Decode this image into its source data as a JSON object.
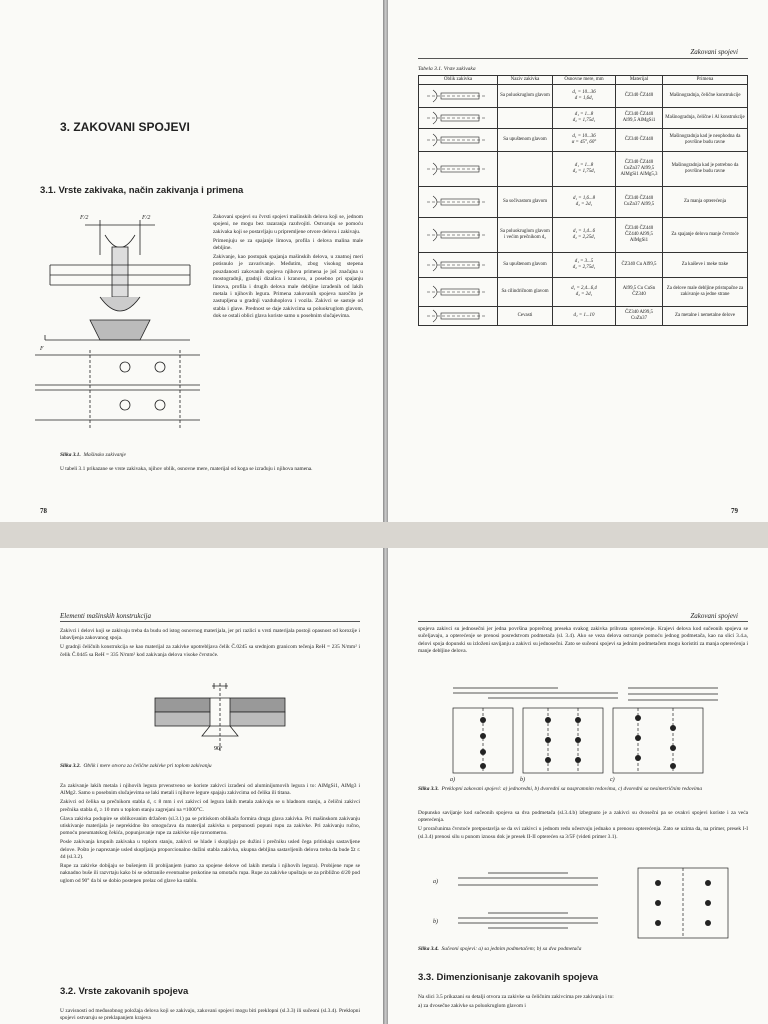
{
  "spread_top": {
    "left_page": {
      "page_number": "78",
      "chapter_title": "3. ZAKOVANI SPOJEVI",
      "section_title": "3.1. Vrste zakivaka, način zakivanja i primena",
      "fig_label_left": "F/2",
      "fig_label_right": "F/2",
      "fig_label_bottom": "F",
      "paragraphs": [
        "Zakovani spojevi su čvrsti spojevi mašinskih delova koji se, jednom spojeni, ne mogu bez razaranja razdvojiti. Ostvaruju se pomoću zakivaka koji se postavljaju u pripremljene otvore delova i zakivaju.",
        "Primenjuju se za spajanje limova, profila i delova malina male debljine.",
        "Zakivanje, kao postupak spajanja mašinskih delova, u znatnoj meri potisnulo je zavarivanje. Međutim, zbog visokog stepena pouzdanosti zakovanih spojeva njihova primena je još značajna u mostogradnji, gradnji dizalica i kranova, a posebno pri spajanju limova, profila i drugih delova male debljine izrađenih od lakih metala i njihovih legura. Primena zakovanih spojeva naročito je zastupljena u gradnji vazduhoplova i vozila. Zakivci se sastoje od stabla i glave. Prednost se daje zakivcima sa poluokruglom glavom, dok se ostali oblici glava koriste samo u posebnim slučajevima."
      ],
      "figure_caption_label": "Slika 3.1.",
      "figure_caption_text": "Mašinsko zakivanje",
      "closing_text": "U tabeli 3.1 prikazane se vrste zakivaka, njihov oblik, osnovne mere, materijal od koga se izrađuju i njihova namena."
    },
    "right_page": {
      "running_head": "Zakovani spojevi",
      "page_number": "79",
      "table_caption": "Tabela 3.1. Vrste zakivaka",
      "headers": [
        "Oblik zakivka",
        "Naziv zakivka",
        "Osnovne mere, mm",
        "Materijal",
        "Primena"
      ],
      "rows": [
        {
          "name": "Sa poluokruglom glavom",
          "dims": [
            "d₁ = 10...36",
            "d = 1,6d₁"
          ],
          "material": "ČZ340 ČZ440",
          "use": "Mašinogradnja, čelične konstrukcije"
        },
        {
          "name": "",
          "dims": [
            "d₁ = 1...8",
            "d₂ = 1,75d₁"
          ],
          "material": "ČZ340 ČZ440 Al99,5 AlMgSi1",
          "use": "Mašinogradnja, čelične i Al konstrukcije"
        },
        {
          "name": "Sa upuštenom glavom",
          "dims": [
            "d₁ = 10...36",
            "α = 45°, 60°"
          ],
          "material": "ČZ340 ČZ440",
          "use": "Mašinogradnja kad je neophodna da površine budu ravne"
        },
        {
          "name": "",
          "dims": [
            "d₁ = 1...8",
            "d₂ = 1,75d₁"
          ],
          "material": "ČZ340 ČZ440 CuZn37 Al99,5 AlMgSi1 AlMg5,3",
          "use": "Mašinogradnja kad je potrebno da površine budu ravne"
        },
        {
          "name": "Sa sočivastom glavom",
          "dims": [
            "d₁ = 1,6...8",
            "d₂ = 2d₁"
          ],
          "material": "ČZ340 ČZ440 CuZn37 Al99,5",
          "use": "Za manja opterećenja"
        },
        {
          "name": "Sa poluokruglom glavom i većim prečnikom d₂",
          "dims": [
            "d₁ = 1,4...6",
            "d₂ = 2,25d₁"
          ],
          "material": "ČZ340 ČZ440 ČZ440 Al99,5 AlMgSi1",
          "use": "Za spajanje delova manje čvrstoće"
        },
        {
          "name": "Sa upuštenom glavom",
          "dims": [
            "d₁ = 3...5",
            "d₂ = 2,75d₁"
          ],
          "material": "ČZ340 Cu Al99,5",
          "use": "Za kaiševe i meke trake"
        },
        {
          "name": "Sa cilindričnom glavom",
          "dims": [
            "d₁ = 2,4...6,4",
            "d₂ = 2d₁"
          ],
          "material": "Al99,5 Cu CuSn ČZ340",
          "use": "Za delove male debljine pristupačne za zakivanje sa jedne strane"
        },
        {
          "name": "Cevasti",
          "dims": [
            "d₁ = 1...10"
          ],
          "material": "ČZ340 Al99,5 CuZn37",
          "use": "Za metalne i nemetalne delove"
        }
      ]
    }
  },
  "spread_bottom": {
    "left_page": {
      "running_head": "Elementi mašinskih konstrukcija",
      "paragraphs_top": [
        "Zakivci i delovi koji se zakivaju treba da budu od istog osnovnog materijala, jer pri razlici u vrsti materijala postoji opasnost od korozije i labavljenja zakovanog spoja.",
        "U gradnji čeličnih konstrukcija se kao materijal za zakivke upotrebljava čelik Č.0245 sa srednjom granicom tečenja ReH = 235 N/mm² i čelik Č.0445 sa ReH = 335 N/mm² kod zakivanja delova visoke čvrstoće."
      ],
      "figure_caption_label": "Slika 3.2.",
      "figure_caption_text": "Oblik i mere otvora za čelične zakivke pri toplom zakivanju",
      "fig_angle": "90°",
      "paragraphs_bottom": [
        "Za zakivanje lakih metala i njihovih legura prvenstveno se koriste zakivci izrađeni od aluminijumovih legura i to: AlMgSi1, AlMg3 i AlMg2. Samo u posebnim slučajevima se laki metali i njihove legure spajaju zakivcima od čelika ili titana.",
        "Zakivci od čelika sa prečnikom stabla d₁ ≤ 8 mm i svi zakivci od legura lakih metala zakivaju se u hladnom stanju, a čelični zakivci prečnika stabla d₁ ≥ 10 mm u toplom stanju zagrejani na ≈1000°C.",
        "Glava zakivka podupire se oblikovanim držačem (sl.3.1) pa se pritiskom oblikača formira druga glava zakivka. Pri mašinskom zakivanju utiskivanje materijala je neprekidno što omogućava da materijal zakivka u potpunosti popuni rupu za zakivke. Pri zakivanju ručno, pomoću pneumatskog čekića, popunjavanje rupe za zakivke nije ravnomerno.",
        "Posle zakivanja krupnih zakivaka u toplom stanju, zakivci se hlade i skupljaju po dužini i prečniku usled čega pritiskaju sastavljene delove. Pošto je naprezanje usled skupljanja proporcionalno dužini stabla zakivka, ukupna debljina sastavljenih delova treba da bude Σt ≤ 4d (sl.3.2).",
        "Rupe za zakivke dobijaju se bušenjem ili probijanjem (samo za spojene delove od lakih metala i njihovih legura). Probijene rupe se naknadno buše ili razvrtaju kako bi se odstranile eventualne prskotine na omotaču rupa. Rupe za zakivke upuštaju se za približno d/20 pod uglom od 90° da bi se dobio postepen prelaz od glave ka stablu."
      ],
      "section_title": "3.2. Vrste zakovanih spojeva",
      "closing_text": "U zavisnosti od međusobnog položaja delova koji se zakivaju, zakovani spojevi mogu biti preklopni (sl.3.3) ili sučeoni (sl.3.4). Preklopni spojevi ostvaruju se preklapanjem krajeva"
    },
    "right_page": {
      "running_head": "Zakovani spojevi",
      "paragraphs_top": [
        "spojeva zakivci su jednosečni jer jedna površina poprečnog preseka svakog zakivka prihvata opterećenje. Krajevi delova kod sučeonih spojeva se sučeljavaju, a opterećenje se prenosi posredstvom podmetača (sl. 3.4). Ako se veza delova ostvaruje pomoću jednog podmetača, kao na slici 3.4.a, delovi spoja dopunski su izloženi savijanju a zakivci su jednosečni. Zato se sučeoni spojevi sa jednim podmetačem mogu koristiti za manja opterećenja i manje debljine delova."
      ],
      "figure1_labels": [
        "a)",
        "b)",
        "c)"
      ],
      "figure1_caption_label": "Slika 3.3.",
      "figure1_caption_text": "Preklopni zakovani spojevi: a) jednoredni, b) dvoredni sa naspramnim redovima, c) dvoredni sa nesimetričnim redovima",
      "paragraphs_mid": [
        "Dopunsko savijanje kod sučeonih spojeva sa dva podmetača (sl.3.4.b) izbegnuto je a zakivci su dvosečni pa se ovakvi spojevi koriste i za veća opterećenja.",
        "U proračunima čvrstoće pretpostavlja se da svi zakivci u jednom redu učestvuju jednako u prenosu opterećenja. Zato se uzima da, na primer, presek I-I (sl.3.4) prenosi silu u punom iznosu dok je presek II-II opterećen sa 3/5F (videti primer 3.1)."
      ],
      "figure2_labels": [
        "a)",
        "b)"
      ],
      "figure2_caption_label": "Slika 3.4.",
      "figure2_caption_text": "Sučeoni spojevi: a) sa jednim podmetačem; b) sa dva podmetača",
      "section_title": "3.3. Dimenzionisanje zakovanih spojeva",
      "closing_lines": [
        "Na slici 3.5 prikazani su detalji otvora za zakivke sa čeličnim zakivcima pre zakivanja i to:",
        "a)  za dvosečne zakivke sa poluokruglom glavom i"
      ]
    }
  }
}
